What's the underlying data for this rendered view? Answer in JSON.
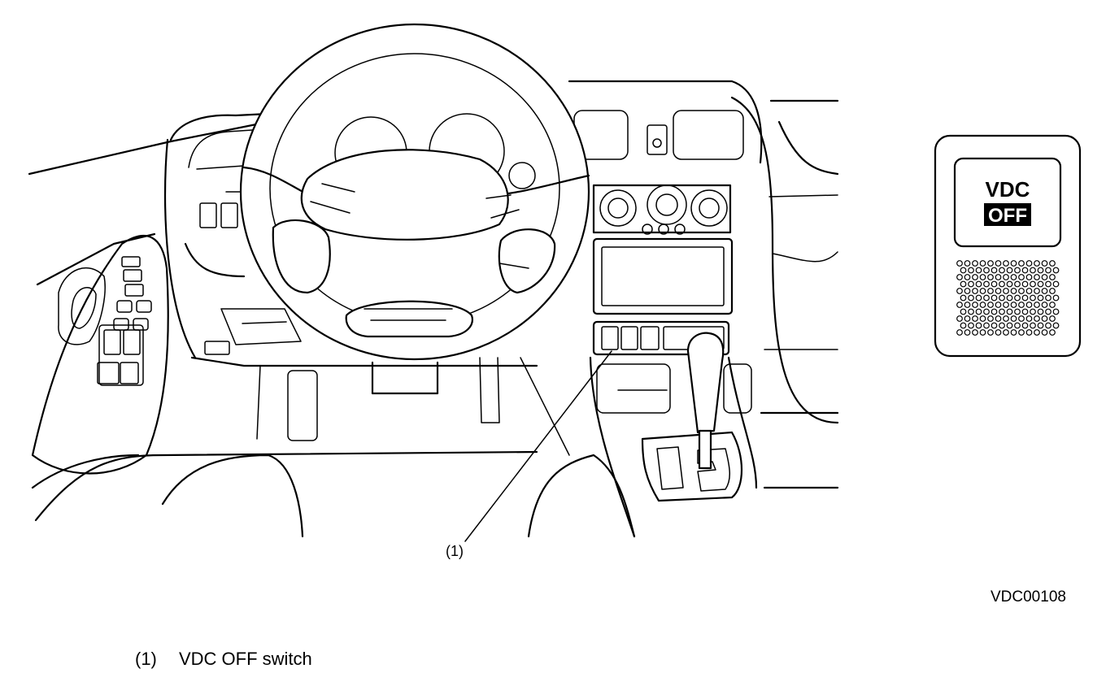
{
  "callout_marker": "(1)",
  "figure_id": "VDC00108",
  "legend": [
    {
      "number": "(1)",
      "text": "VDC OFF switch"
    }
  ],
  "switch_inset": {
    "line1": "VDC",
    "line2": "OFF"
  }
}
